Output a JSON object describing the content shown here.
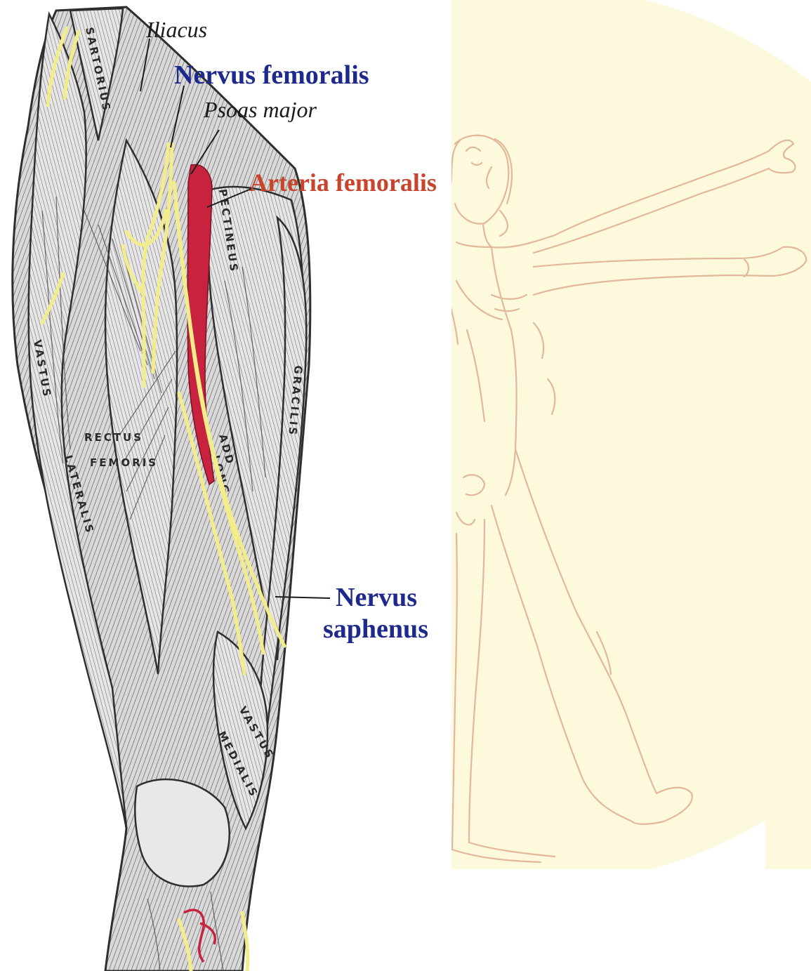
{
  "labels": {
    "iliacus": "Iliacus",
    "nervus_femoralis": "Nervus femoralis",
    "psoas_major": "Psoas major",
    "arteria_femoralis": "Arteria femoralis",
    "nervus_saphenus_line1": "Nervus",
    "nervus_saphenus_line2": "saphenus"
  },
  "muscle_labels": {
    "sartorius": "SARTORIUS",
    "pectineus": "PECTINEUS",
    "vastus_lateralis_1": "VASTUS",
    "vastus_lateralis_2": "LATERALIS",
    "rectus_femoris_1": "RECTUS",
    "rectus_femoris_2": "FEMORIS",
    "gracilis": "GRACILIS",
    "vastus_medialis_1": "VASTUS",
    "vastus_medialis_2": "MEDIALIS",
    "adductor_1": "ADD",
    "adductor_2": "LONG"
  },
  "colors": {
    "nerve": "#f3ec8a",
    "artery": "#c7233f",
    "label_blue": "#1d2a8c",
    "label_red": "#c6452c",
    "background_circle": "#fdf9dd",
    "vitruvian_line": "#e3b89a"
  }
}
